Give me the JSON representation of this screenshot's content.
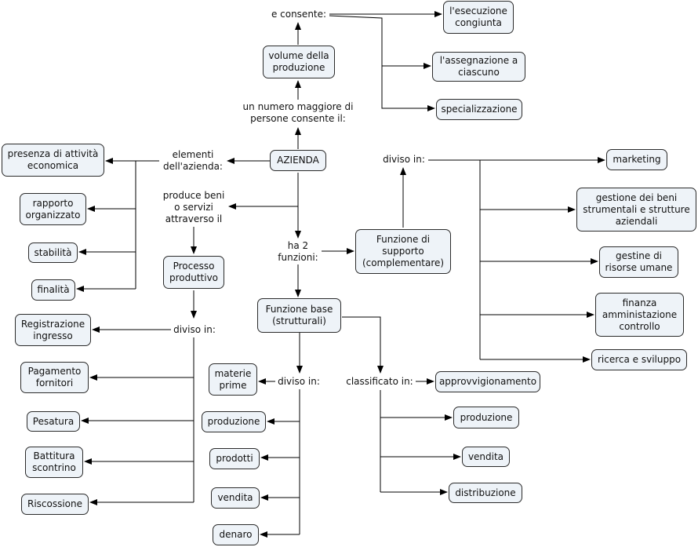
{
  "nodes": {
    "azienda": "AZIENDA",
    "volume": "volume della produzione",
    "esecuzione": "l'esecuzione congiunta",
    "assegnazione": "l'assegnazione a ciascuno",
    "specializzazione": "specializzazione",
    "presenza": "presenza di attività economica",
    "rapporto": "rapporto organizzato",
    "stabilita": "stabilità",
    "finalita": "finalità",
    "processo": "Processo produttivo",
    "registrazione": "Registrazione ingresso",
    "pagamento": "Pagamento fornitori",
    "pesatura": "Pesatura",
    "battitura": "Battitura scontrino",
    "riscossione": "Riscossione",
    "funzione_supporto": "Funzione di supporto (complementare)",
    "funzione_base": "Funzione base (strutturali)",
    "materie": "materie prime",
    "produzione_a": "produzione",
    "prodotti": "prodotti",
    "vendita_a": "vendita",
    "denaro": "denaro",
    "approvvigionamento": "approvvigionamento",
    "produzione_b": "produzione",
    "vendita_b": "vendita",
    "distribuzione": "distribuzione",
    "marketing": "marketing",
    "gestione_beni": "gestione dei beni strumentali e strutture aziendali",
    "gestione_risorse": "gestine di risorse umane",
    "finanza": "finanza amministazione controllo",
    "ricerca": "ricerca e sviluppo"
  },
  "links": {
    "e_consente": "e consente:",
    "numero_maggiore": "un numero maggiore di persone consente il:",
    "elementi": "elementi dell'azienda:",
    "produce": "produce beni o servizi attraverso il",
    "ha_2": "ha 2 funzioni:",
    "diviso_processo": "diviso in:",
    "diviso_supporto": "diviso in:",
    "diviso_base": "diviso in:",
    "classificato": "classificato in:"
  }
}
